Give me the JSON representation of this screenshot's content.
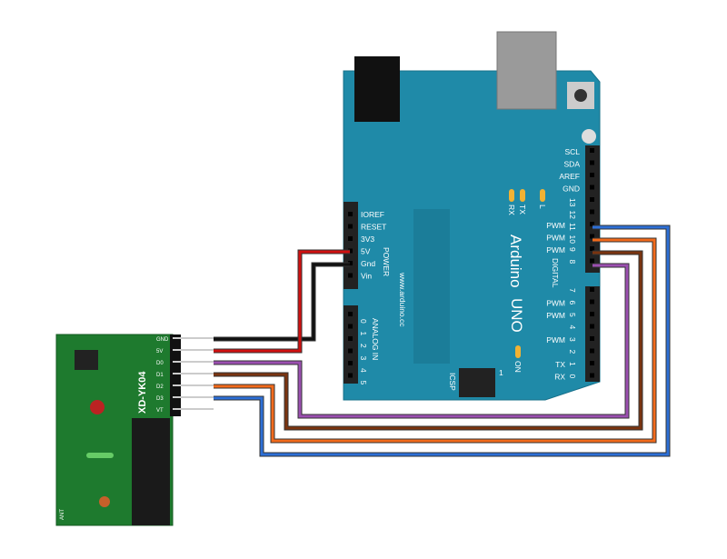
{
  "arduino": {
    "brand": "Arduino",
    "model": "UNO",
    "url": "www.arduino.cc",
    "power_label": "POWER",
    "analog_label": "ANALOG IN",
    "digital_label": "DIGITAL",
    "icsp_label": "ICSP",
    "icsp_pin1": "1",
    "led_labels": [
      "RX",
      "TX",
      "L",
      "ON"
    ],
    "power_pins": [
      "IOREF",
      "RESET",
      "3V3",
      "5V",
      "Gnd",
      "Vin"
    ],
    "analog_pins": [
      "0",
      "1",
      "2",
      "3",
      "4",
      "5"
    ],
    "top_pins": [
      "SCL",
      "SDA",
      "AREF",
      "GND"
    ],
    "digital_upper": [
      {
        "num": "13",
        "pwm": ""
      },
      {
        "num": "12",
        "pwm": ""
      },
      {
        "num": "11",
        "pwm": "PWM"
      },
      {
        "num": "10",
        "pwm": "PWM"
      },
      {
        "num": "9",
        "pwm": "PWM"
      },
      {
        "num": "8",
        "pwm": ""
      }
    ],
    "digital_lower": [
      {
        "num": "7",
        "pwm": ""
      },
      {
        "num": "6",
        "pwm": "PWM"
      },
      {
        "num": "5",
        "pwm": "PWM"
      },
      {
        "num": "4",
        "pwm": ""
      },
      {
        "num": "3",
        "pwm": "PWM"
      },
      {
        "num": "2",
        "pwm": ""
      },
      {
        "num": "1",
        "pwm": "TX"
      },
      {
        "num": "0",
        "pwm": "RX"
      }
    ],
    "color": "#1f8aa8"
  },
  "module": {
    "name": "XD-YK04",
    "pins": [
      "GND",
      "5V",
      "D0",
      "D1",
      "D2",
      "D3",
      "VT"
    ],
    "ant_label": "ANT",
    "color": "#1e7a2e"
  },
  "wires": [
    {
      "from": "GND",
      "to": "Gnd",
      "color": "#111111"
    },
    {
      "from": "5V",
      "to": "5V",
      "color": "#d01010"
    },
    {
      "from": "D0",
      "to": "8",
      "color": "#9b4fb0"
    },
    {
      "from": "D1",
      "to": "9",
      "color": "#7a3410"
    },
    {
      "from": "D2",
      "to": "10",
      "color": "#f26a1b"
    },
    {
      "from": "D3",
      "to": "11",
      "color": "#2d6fd6"
    }
  ]
}
